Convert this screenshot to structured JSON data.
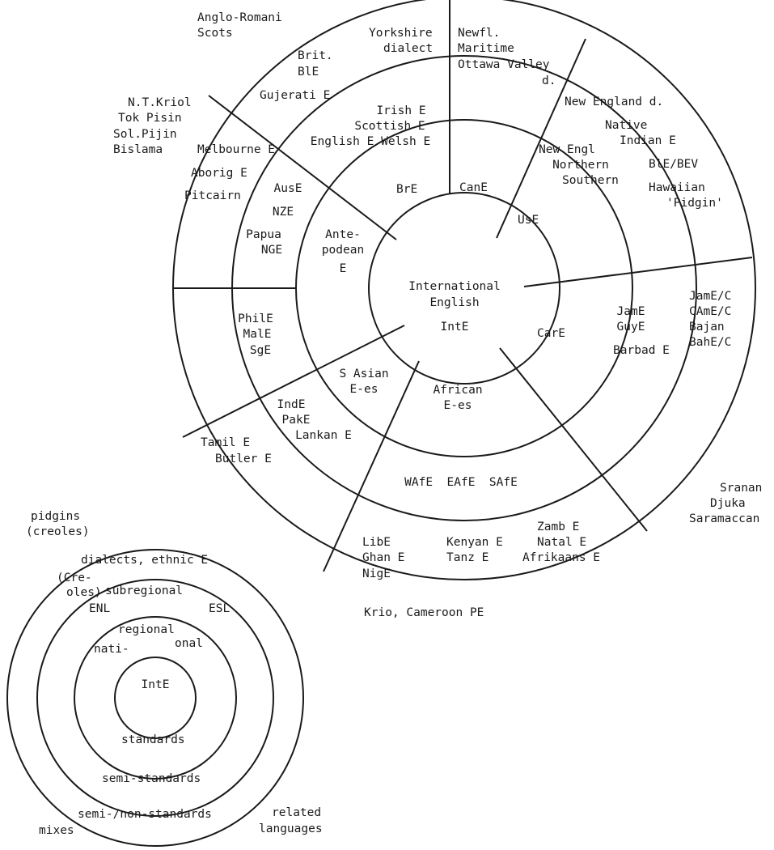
{
  "colors": {
    "ink": "#1a1a1a",
    "paper": "#ffffff"
  },
  "main_circle": {
    "center": [
      "International",
      "English",
      "IntE"
    ],
    "inner_ring": {
      "brE": "BrE",
      "canE": "CanE",
      "usE": "UsE",
      "carE": "CarE",
      "african": [
        "African",
        "E-es"
      ],
      "s_asian": [
        "S Asian",
        "E-es"
      ],
      "antepodean": [
        "Ante-",
        "podean",
        "E"
      ]
    },
    "middle_ring": {
      "british": [
        "Irish E",
        "Scottish E",
        "English E Welsh E"
      ],
      "us": [
        "New Engl",
        "Northern",
        "Southern"
      ],
      "caribbean": [
        "JamE",
        "GuyE",
        "Barbad E"
      ],
      "african": "WAfE  EAfE  SAfE",
      "south_asian": [
        "IndE",
        "PakE",
        "Lankan E"
      ],
      "southeast_asian": [
        "PhilE",
        "MalE",
        "SgE"
      ],
      "australasian": [
        "AusE",
        "NZE",
        "Papua",
        "NGE"
      ]
    },
    "outer_ring": {
      "british": [
        "Brit.",
        "BlE",
        "Gujerati E"
      ],
      "yorkshire": [
        "Yorkshire",
        "dialect"
      ],
      "canadian": [
        "Newfl.",
        "Maritime",
        "Ottawa Valley",
        "d."
      ],
      "us": [
        "New England d.",
        "Native",
        "Indian E",
        "BlE/BEV",
        "Hawaiian",
        "'Pidgin'"
      ],
      "caribbean": [
        "JamE/C",
        "CAmE/C",
        "Bajan",
        "BahE/C"
      ],
      "african_south": [
        "Zamb E",
        "Natal E",
        "Afrikaans E"
      ],
      "african_east": [
        "Kenyan E",
        "Tanz E"
      ],
      "african_west": [
        "LibE",
        "Ghan E",
        "NigE"
      ],
      "south_asian": [
        "Tamil E",
        "Butler E"
      ],
      "australasian": [
        "Melbourne E",
        "Aborig E",
        "Pitcairn"
      ]
    },
    "outside": {
      "top_left": [
        "Anglo-Romani",
        "Scots"
      ],
      "left": [
        "N.T.Kriol",
        "Tok Pisin",
        "Sol.Pijin",
        "Bislama"
      ],
      "right": [
        "Sranan",
        "Djuka",
        "Saramaccan"
      ],
      "bottom": "Krio, Cameroon PE"
    }
  },
  "key_circle": {
    "pidgins": [
      "pidgins",
      "(creoles)"
    ],
    "dialects": "dialects, ethnic E",
    "creoles": [
      "(Cre-",
      "oles)"
    ],
    "subregional": "subregional",
    "enl": "ENL",
    "esl": "ESL",
    "regional": "regional",
    "national": [
      "nati-",
      "onal"
    ],
    "center": "IntE",
    "standards": "standards",
    "semi_standards": "semi-standards",
    "non_standards": "semi-/non-standards",
    "related": [
      "related",
      "languages"
    ],
    "mixes": "mixes"
  }
}
